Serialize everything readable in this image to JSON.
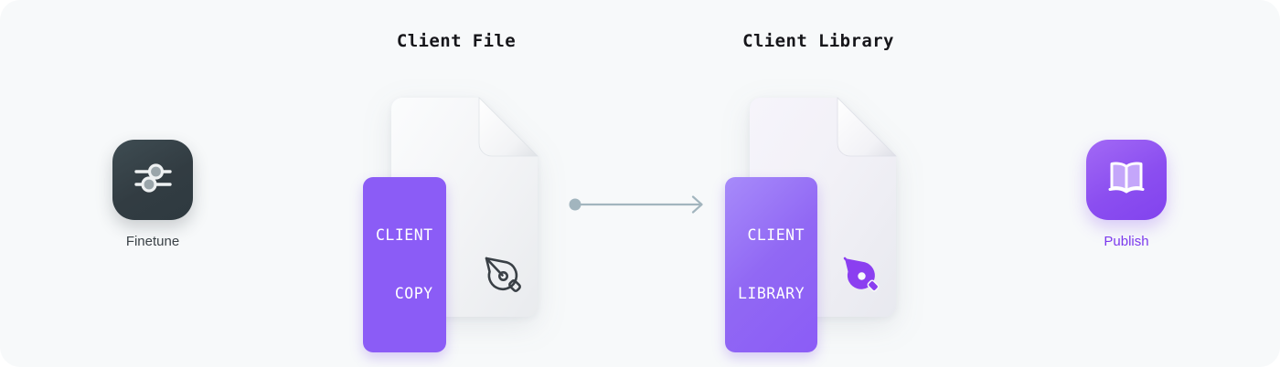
{
  "diagram": {
    "background_color": "#f7f9fa",
    "accent_color": "#8b5cf6",
    "dark_color": "#343f45",
    "connector_color": "#a2b5be"
  },
  "columns": [
    {
      "id": "client-file",
      "title": "Client File"
    },
    {
      "id": "client-library",
      "title": "Client Library"
    }
  ],
  "nodes": {
    "finetune": {
      "label": "Finetune",
      "icon": "sliders-icon",
      "tile_color": "#343f45",
      "label_color": "#3b4247"
    },
    "publish": {
      "label": "Publish",
      "icon": "open-book-icon",
      "tile_color": "#8b5cf6",
      "label_color": "#7c3aed"
    }
  },
  "documents": [
    {
      "id": "client-file",
      "badge_line1": "CLIENT",
      "badge_line2": "COPY",
      "badge_color": "#8b5cf6",
      "icon": "pen-nib-outline-icon",
      "icon_color": "#3a4046"
    },
    {
      "id": "client-library",
      "badge_line1": "CLIENT",
      "badge_line2": "LIBRARY",
      "badge_color": "#9168f4",
      "icon": "pen-nib-filled-icon",
      "icon_color": "#8b3ff0"
    }
  ],
  "connector": {
    "name": "flow-arrow",
    "direction": "right",
    "from": "client-file",
    "to": "client-library",
    "color": "#a2b5be"
  }
}
